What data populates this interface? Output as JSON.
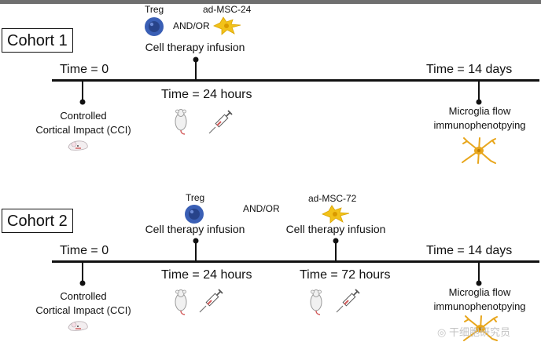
{
  "cohort1": {
    "label": "Cohort 1",
    "treg": "Treg",
    "and_or": "AND/OR",
    "msc": "ad-MSC-24",
    "infusion": "Cell therapy infusion",
    "time0": "Time = 0",
    "time24": "Time = 24 hours",
    "time14": "Time = 14 days",
    "cci": [
      "Controlled",
      "Cortical Impact (CCI)"
    ],
    "microglia": [
      "Microglia flow",
      "immunophenotpying"
    ]
  },
  "cohort2": {
    "label": "Cohort 2",
    "treg": "Treg",
    "and_or": "AND/OR",
    "msc": "ad-MSC-72",
    "infusion1": "Cell therapy infusion",
    "infusion2": "Cell therapy infusion",
    "time0": "Time = 0",
    "time24": "Time = 24 hours",
    "time72": "Time = 72 hours",
    "time14": "Time = 14 days",
    "cci": [
      "Controlled",
      "Cortical Impact (CCI)"
    ],
    "microglia": [
      "Microglia flow",
      "immunophenotpying"
    ]
  },
  "watermark": "干细胞研究员",
  "icons": [
    "treg-cell-icon",
    "msc-cell-icon",
    "mouse-head-icon",
    "mouse-icon",
    "syringe-icon",
    "microglia-icon"
  ],
  "colors": {
    "treg_cell": "#3a5fb5",
    "msc_cell": "#f2c21a",
    "microglia": "#e8a61c",
    "timeline": "#111111",
    "top_bar": "#6f6f6f"
  }
}
